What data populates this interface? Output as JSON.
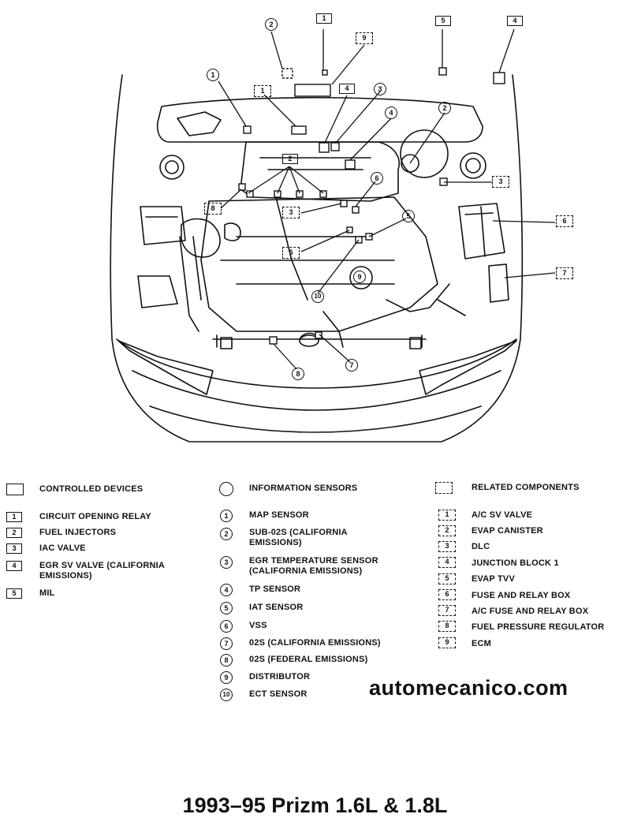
{
  "callouts": {
    "top_boxes": [
      "1",
      "9",
      "5",
      "4"
    ],
    "top_circle": "2",
    "left_dashed": [
      "1",
      "8",
      "3",
      "5"
    ],
    "upper_boxes": [
      "4",
      "2"
    ],
    "upper_circles": [
      "1",
      "3",
      "4",
      "2",
      "6",
      "5",
      "10",
      "9",
      "8",
      "7"
    ],
    "right_dashed": [
      "3",
      "6",
      "7"
    ]
  },
  "legend": {
    "controlled": {
      "header": "CONTROLLED DEVICES",
      "items": [
        {
          "num": "1",
          "text": "CIRCUIT OPENING RELAY"
        },
        {
          "num": "2",
          "text": "FUEL INJECTORS"
        },
        {
          "num": "3",
          "text": "IAC VALVE"
        },
        {
          "num": "4",
          "text": "EGR SV VALVE (CALIFORNIA EMISSIONS)"
        },
        {
          "num": "5",
          "text": "MIL"
        }
      ]
    },
    "sensors": {
      "header": "INFORMATION SENSORS",
      "items": [
        {
          "num": "1",
          "text": "MAP SENSOR"
        },
        {
          "num": "2",
          "text": "SUB-02S (CALIFORNIA EMISSIONS)"
        },
        {
          "num": "3",
          "text": "EGR TEMPERATURE SENSOR (CALIFORNIA EMISSIONS)"
        },
        {
          "num": "4",
          "text": "TP SENSOR"
        },
        {
          "num": "5",
          "text": "IAT SENSOR"
        },
        {
          "num": "6",
          "text": "VSS"
        },
        {
          "num": "7",
          "text": "02S (CALIFORNIA EMISSIONS)"
        },
        {
          "num": "8",
          "text": "02S (FEDERAL EMISSIONS)"
        },
        {
          "num": "9",
          "text": "DISTRIBUTOR"
        },
        {
          "num": "10",
          "text": "ECT SENSOR"
        }
      ]
    },
    "related": {
      "header": "RELATED COMPONENTS",
      "items": [
        {
          "num": "1",
          "text": "A/C SV VALVE"
        },
        {
          "num": "2",
          "text": "EVAP CANISTER"
        },
        {
          "num": "3",
          "text": "DLC"
        },
        {
          "num": "4",
          "text": "JUNCTION BLOCK 1"
        },
        {
          "num": "5",
          "text": "EVAP TVV"
        },
        {
          "num": "6",
          "text": "FUSE AND RELAY BOX"
        },
        {
          "num": "7",
          "text": "A/C FUSE AND RELAY BOX"
        },
        {
          "num": "8",
          "text": "FUEL PRESSURE REGULATOR"
        },
        {
          "num": "9",
          "text": "ECM"
        }
      ]
    }
  },
  "watermark": "automecanico.com",
  "title": "1993–95 Prizm 1.6L & 1.8L"
}
